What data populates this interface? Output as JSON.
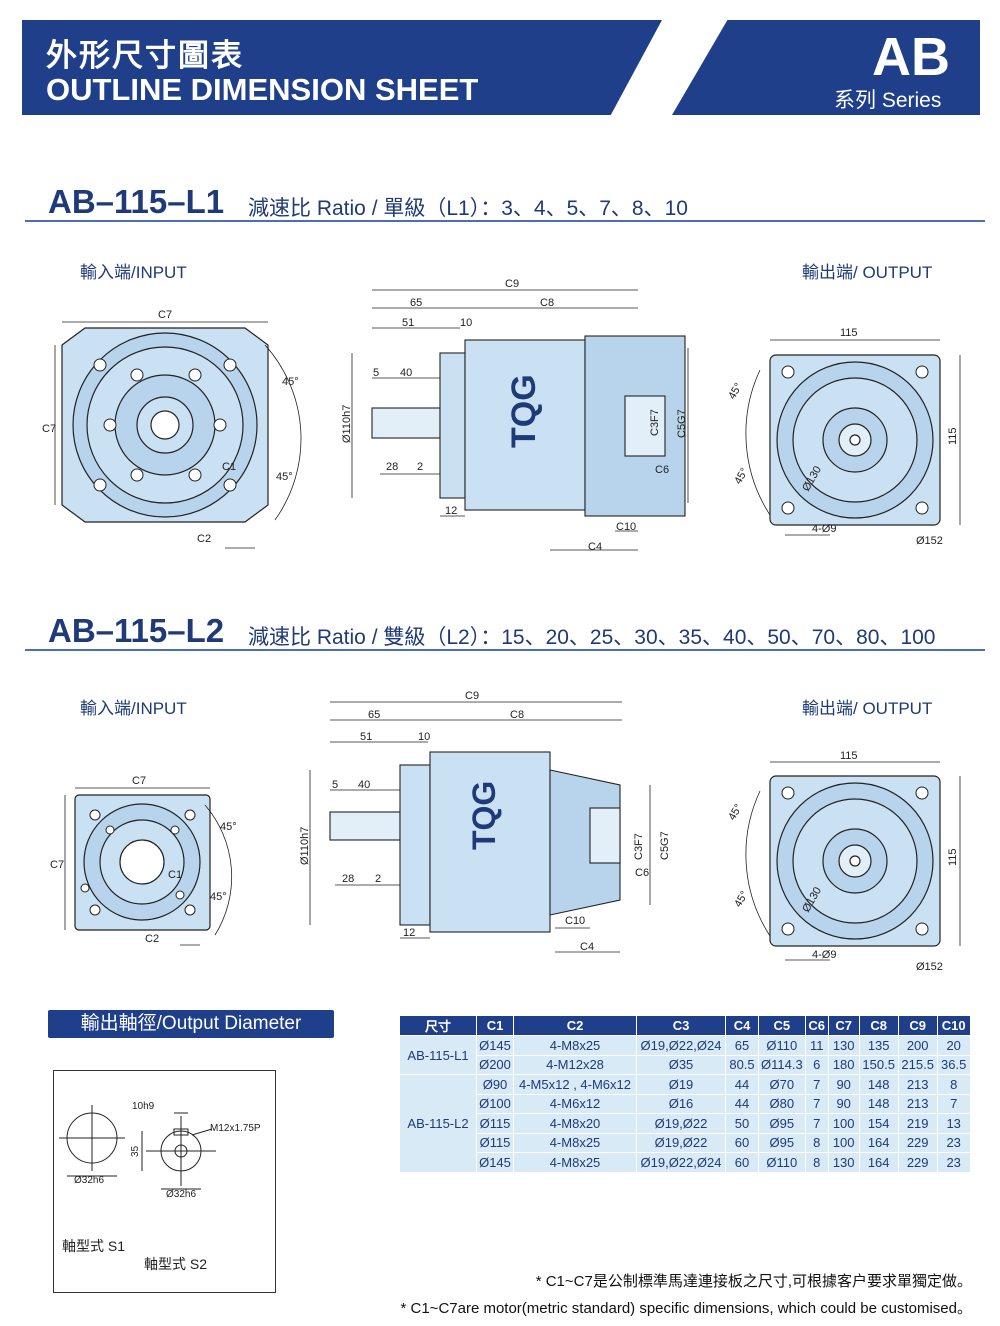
{
  "header": {
    "title_cn": "外形尺寸圖表",
    "title_en": "OUTLINE DIMENSION SHEET",
    "series_code": "AB",
    "series_label": "系列 Series"
  },
  "colors": {
    "navy": "#1f3f8a",
    "light_blue": "#d8eaf6",
    "part_fill": "#c9e1f3"
  },
  "sections": [
    {
      "model": "AB–115–L1",
      "ratio": "減速比 Ratio / 單級（L1）：3、4、5、7、8、10",
      "input_label": "輸入端/INPUT",
      "output_label": "輸出端/ OUTPUT",
      "brand": "TQG"
    },
    {
      "model": "AB–115–L2",
      "ratio": "減速比 Ratio / 雙級（L2）：15、20、25、30、35、40、50、70、80、100",
      "input_label": "輸入端/INPUT",
      "output_label": "輸出端/ OUTPUT",
      "brand": "TQG"
    }
  ],
  "dims": {
    "c7": "C7",
    "c1": "C1",
    "c2": "C2",
    "c9": "C9",
    "c8": "C8",
    "d65": "65",
    "d51": "51",
    "d10": "10",
    "d5": "5",
    "d40": "40",
    "d28": "28",
    "d2": "2",
    "d12": "12",
    "phi110h7": "Ø110h7",
    "c3f7": "C3F7",
    "c5g7": "C5G7",
    "c6": "C6",
    "c10": "C10",
    "c4": "C4",
    "d115": "115",
    "deg45": "45°",
    "phi130": "Ø130",
    "holes": "4-Ø9",
    "phi152": "Ø152"
  },
  "output_diameter": {
    "title": "輸出軸徑/Output Diameter",
    "s1_dia": "Ø32h6",
    "key": "10h9",
    "h35": "35",
    "thread": "M12x1.75P",
    "s2_dia": "Ø32h6",
    "s1_label": "軸型式 S1",
    "s2_label": "軸型式 S2"
  },
  "table": {
    "headers": [
      "尺寸",
      "C1",
      "C2",
      "C3",
      "C4",
      "C5",
      "C6",
      "C7",
      "C8",
      "C9",
      "C10"
    ],
    "groups": [
      {
        "model": "AB-115-L1",
        "rows": [
          [
            "Ø145",
            "4-M8x25",
            "Ø19,Ø22,Ø24",
            "65",
            "Ø110",
            "11",
            "130",
            "135",
            "200",
            "20"
          ],
          [
            "Ø200",
            "4-M12x28",
            "Ø35",
            "80.5",
            "Ø114.3",
            "6",
            "180",
            "150.5",
            "215.5",
            "36.5"
          ]
        ]
      },
      {
        "model": "AB-115-L2",
        "rows": [
          [
            "Ø90",
            "4-M5x12 , 4-M6x12",
            "Ø19",
            "44",
            "Ø70",
            "7",
            "90",
            "148",
            "213",
            "8"
          ],
          [
            "Ø100",
            "4-M6x12",
            "Ø16",
            "44",
            "Ø80",
            "7",
            "90",
            "148",
            "213",
            "7"
          ],
          [
            "Ø115",
            "4-M8x20",
            "Ø19,Ø22",
            "50",
            "Ø95",
            "7",
            "100",
            "154",
            "219",
            "13"
          ],
          [
            "Ø115",
            "4-M8x25",
            "Ø19,Ø22",
            "60",
            "Ø95",
            "8",
            "100",
            "164",
            "229",
            "23"
          ],
          [
            "Ø145",
            "4-M8x25",
            "Ø19,Ø22,Ø24",
            "60",
            "Ø110",
            "8",
            "130",
            "164",
            "229",
            "23"
          ]
        ]
      }
    ]
  },
  "notes": {
    "cn": "* C1~C7是公制標準馬達連接板之尺寸,可根據客户要求單獨定做。",
    "en": "* C1~C7are motor(metric standard) specific dimensions, which could be customised。"
  }
}
